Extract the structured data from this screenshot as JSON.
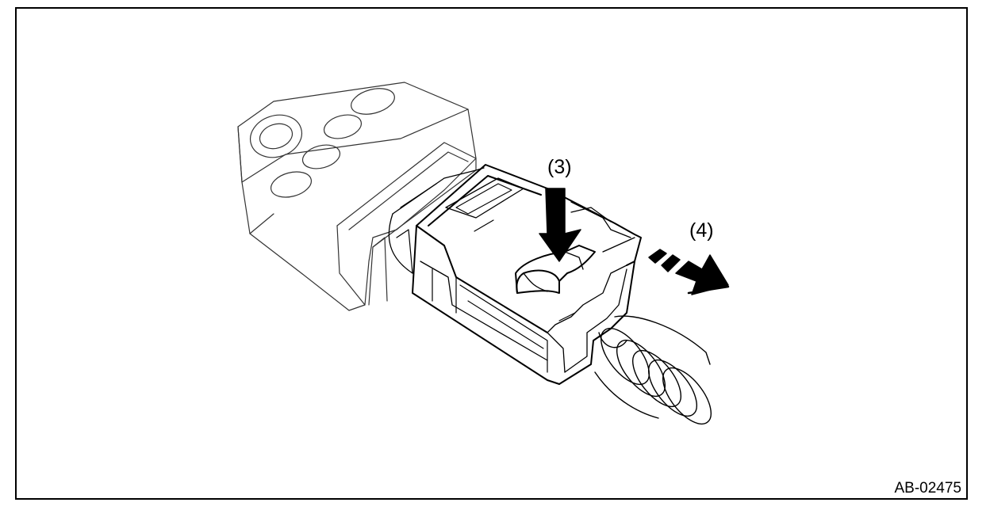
{
  "figure": {
    "figure_id": "AB-02475",
    "callouts": {
      "release_tab": "(3)",
      "pull_direction": "(4)"
    }
  },
  "colors": {
    "line": "#000000",
    "arrow_fill": "#000000",
    "background": "#ffffff"
  },
  "icons": {
    "press_arrow": "down-arrow-icon",
    "pull_arrow": "right-arrow-icon"
  }
}
